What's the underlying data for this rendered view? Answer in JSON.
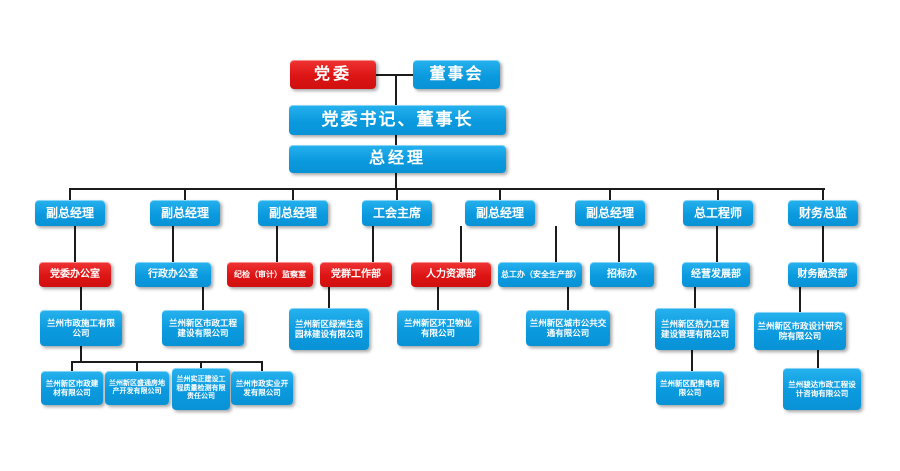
{
  "palette": {
    "node_blue": "#0b9adf",
    "node_red": "#dd1414",
    "connector": "#1c1c1c",
    "background": "#ffffff",
    "node_text": "#ffffff"
  },
  "org": {
    "l1_party": "党委",
    "l1_board": "董事会",
    "l2": "党委书记、董事长",
    "l3": "总经理",
    "l4": [
      "副总经理",
      "副总经理",
      "副总经理",
      "工会主席",
      "副总经理",
      "副总经理",
      "总工程师",
      "财务总监"
    ],
    "l5": [
      "党委办公室",
      "行政办公室",
      "纪检（审计）监察室",
      "党群工作部",
      "人力资源部",
      "总工办（安全生产部）",
      "招标办",
      "经营发展部",
      "财务融资部"
    ],
    "l6": [
      "兰州市政施工有限公司",
      "兰州新区市政工程建设有限公司",
      "兰州新区绿洲生态园林建设有限公司",
      "兰州新区环卫物业有限公司",
      "兰州新区城市公共交通有限公司",
      "兰州新区热力工程建设管理有限公司",
      "兰州新区市政设计研究院有限公司"
    ],
    "l7": [
      "兰州新区市政建材有限公司",
      "兰州新区盛通房地产开发有限公司",
      "兰州实正建设工程质量检测有限责任公司",
      "兰州市政实业开发有限公司",
      "兰州新区配售电有限公司",
      "兰州骏达市政工程设计咨询有限公司"
    ]
  }
}
